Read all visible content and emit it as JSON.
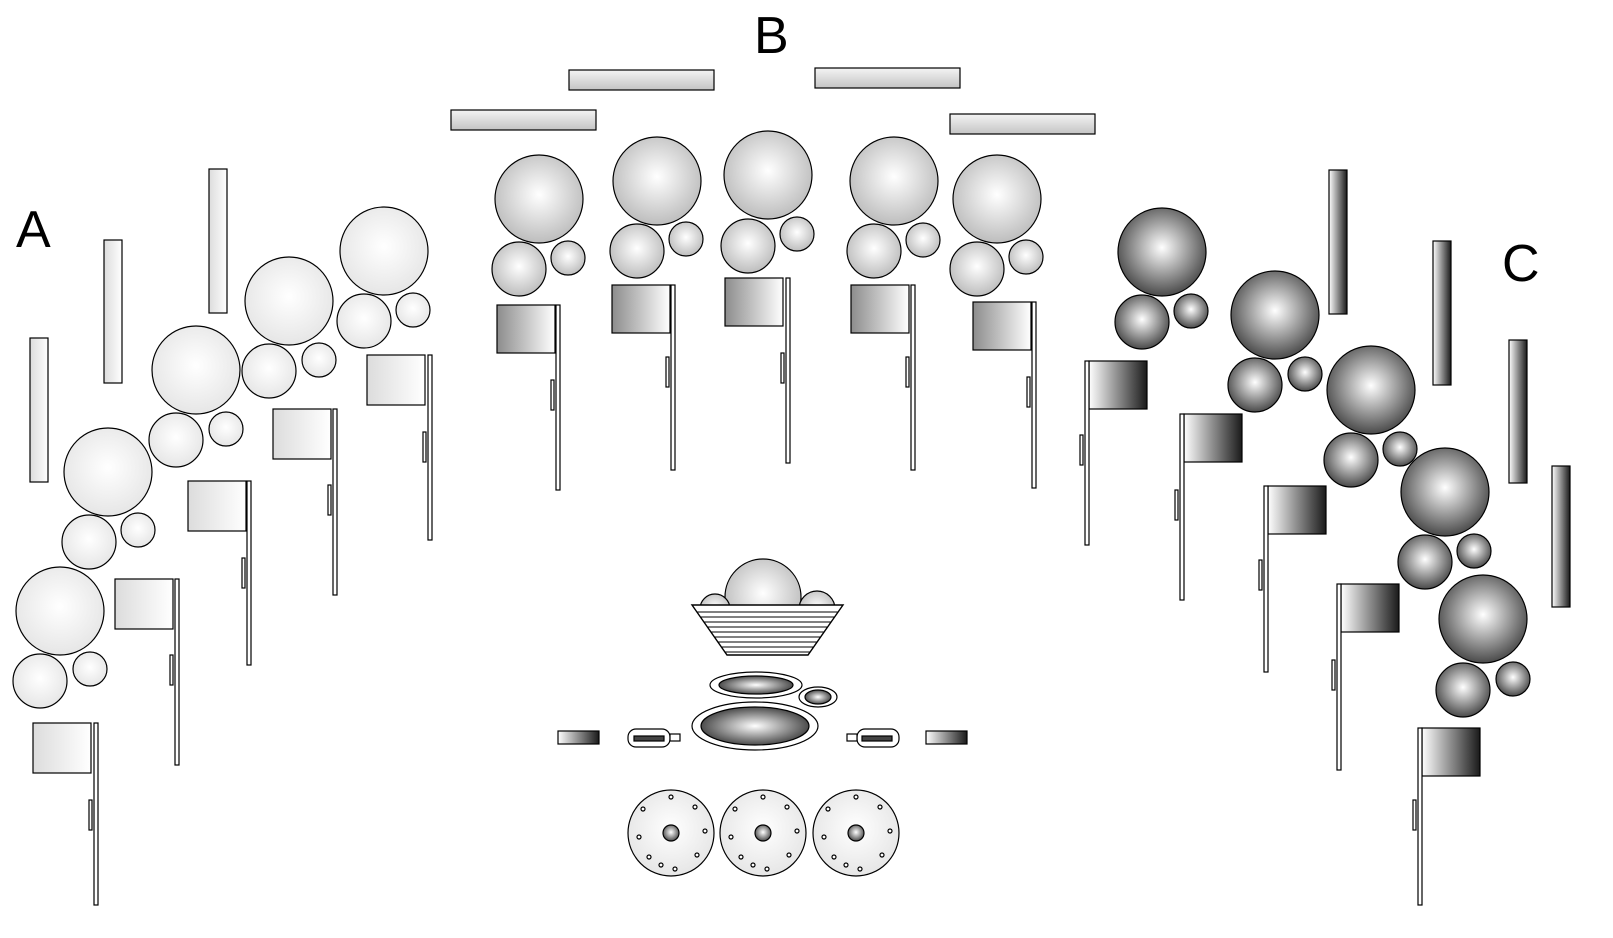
{
  "labels": {
    "a": "A",
    "b": "B",
    "c": "C"
  },
  "icons": {
    "drum": "drum-icon",
    "tom": "tom-icon",
    "cymbal": "cymbal-icon",
    "bowl": "bowl-icon",
    "bell": "bell-icon",
    "flag": "flag-icon",
    "bar": "bar-icon"
  },
  "colors": {
    "light_fill": "#f2f2f2",
    "dark_fill": "#7a7a7a",
    "stroke": "#000000",
    "background": "#ffffff"
  }
}
